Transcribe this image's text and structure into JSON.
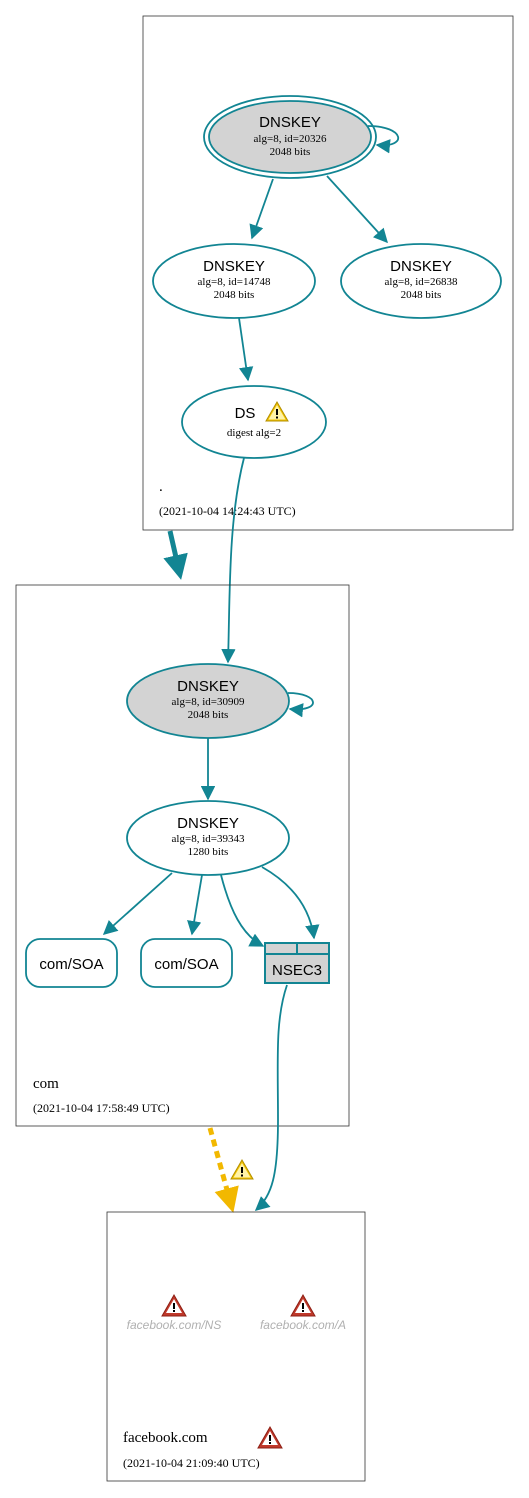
{
  "colors": {
    "edge": "#128593",
    "node_stroke": "#128593",
    "ksk_fill": "#d3d3d3",
    "nsec_fill": "#d3d3d3",
    "warning_yellow": "#f2c200",
    "error_red": "#c0392b",
    "insecure_edge": "#f2b800"
  },
  "zones": {
    "root": {
      "name": ".",
      "time": "(2021-10-04 14:24:43 UTC)",
      "ksk": {
        "title": "DNSKEY",
        "sub1": "alg=8, id=20326",
        "sub2": "2048 bits"
      },
      "zsk1": {
        "title": "DNSKEY",
        "sub1": "alg=8, id=14748",
        "sub2": "2048 bits"
      },
      "zsk2": {
        "title": "DNSKEY",
        "sub1": "alg=8, id=26838",
        "sub2": "2048 bits"
      },
      "ds": {
        "title": "DS",
        "sub1": "digest alg=2",
        "icon": "warning-icon"
      }
    },
    "com": {
      "name": "com",
      "time": "(2021-10-04 17:58:49 UTC)",
      "ksk": {
        "title": "DNSKEY",
        "sub1": "alg=8, id=30909",
        "sub2": "2048 bits"
      },
      "zsk": {
        "title": "DNSKEY",
        "sub1": "alg=8, id=39343",
        "sub2": "1280 bits"
      },
      "soa1": "com/SOA",
      "soa2": "com/SOA",
      "nsec": "NSEC3"
    },
    "facebook": {
      "name": "facebook.com",
      "time": "(2021-10-04 21:09:40 UTC)",
      "rr1": "facebook.com/NS",
      "rr2": "facebook.com/A",
      "icon": "error-icon"
    }
  }
}
